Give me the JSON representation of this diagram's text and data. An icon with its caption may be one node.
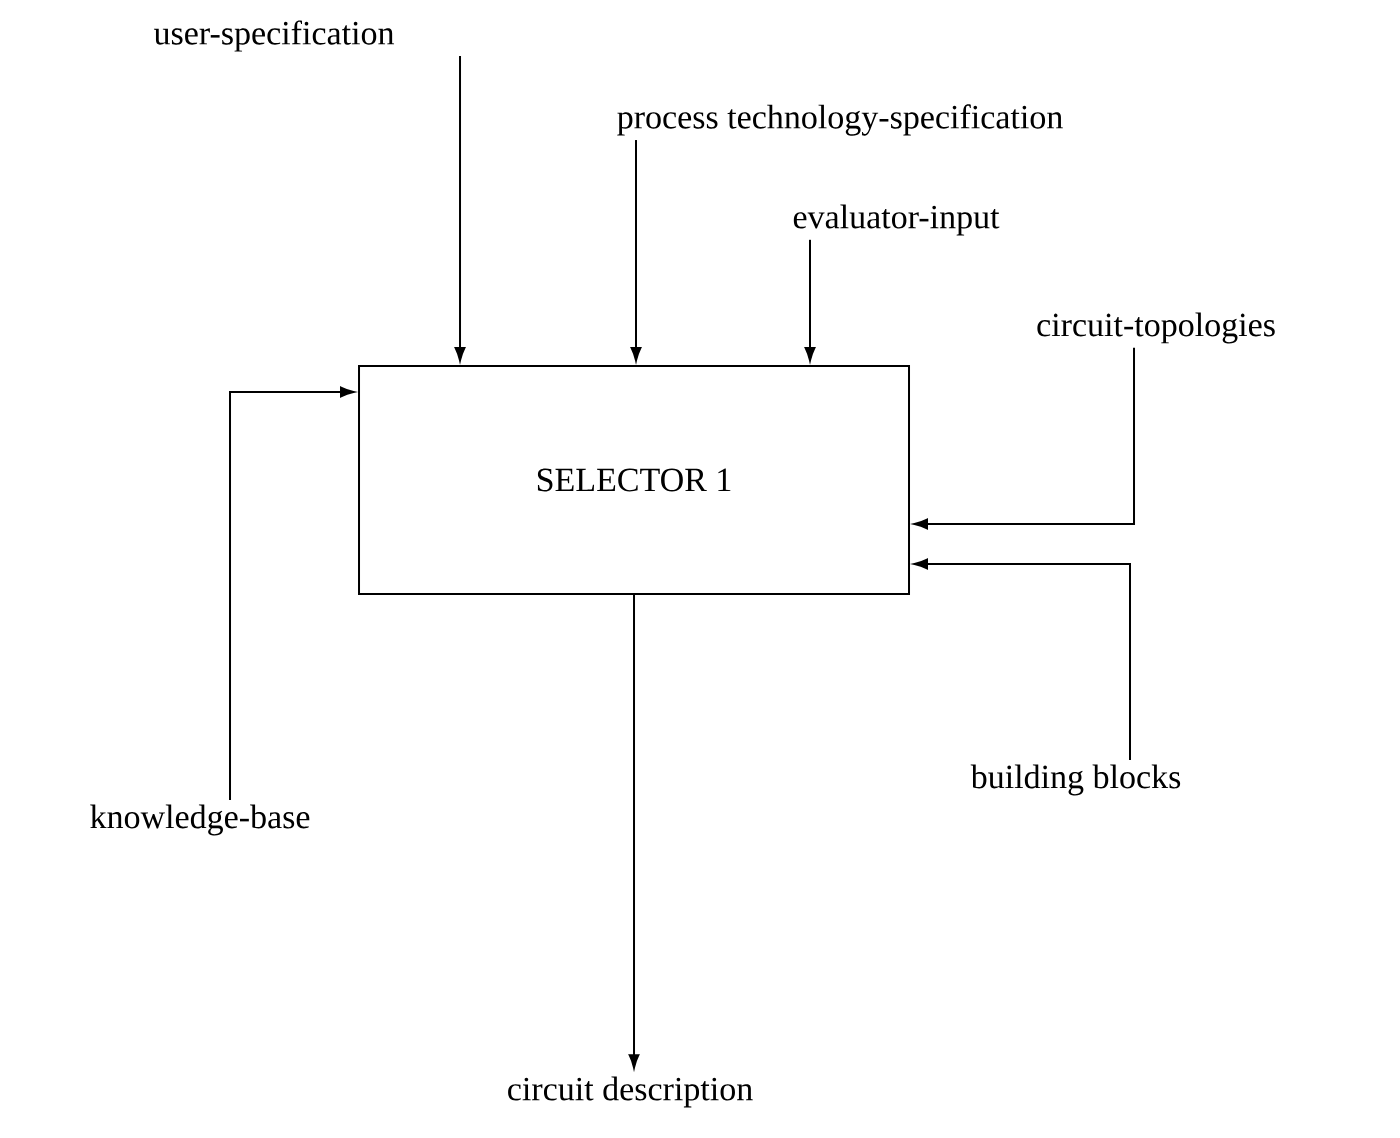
{
  "diagram": {
    "nodes": [
      {
        "text": [
          "user-specification"
        ]
      },
      {
        "text": [
          "process technology-specification"
        ]
      },
      {
        "text": [
          "evaluator-input"
        ]
      },
      {
        "text": [
          "circuit-topologies"
        ]
      },
      {
        "text": [
          "SELECTOR 1"
        ]
      },
      {
        "text": [
          "knowledge-base"
        ]
      },
      {
        "text": [
          "building blocks"
        ]
      },
      {
        "text": [
          "circuit description"
        ]
      }
    ],
    "edges": [
      {
        "from": 0,
        "to": 4,
        "arrow": "to"
      },
      {
        "from": 1,
        "to": 4,
        "arrow": "to"
      },
      {
        "from": 2,
        "to": 4,
        "arrow": "to"
      },
      {
        "from": 3,
        "to": 4,
        "arrow": "to"
      },
      {
        "from": 5,
        "to": 4,
        "arrow": "to"
      },
      {
        "from": 6,
        "to": 4,
        "arrow": "to"
      },
      {
        "from": 4,
        "to": 7,
        "arrow": "to"
      }
    ]
  }
}
